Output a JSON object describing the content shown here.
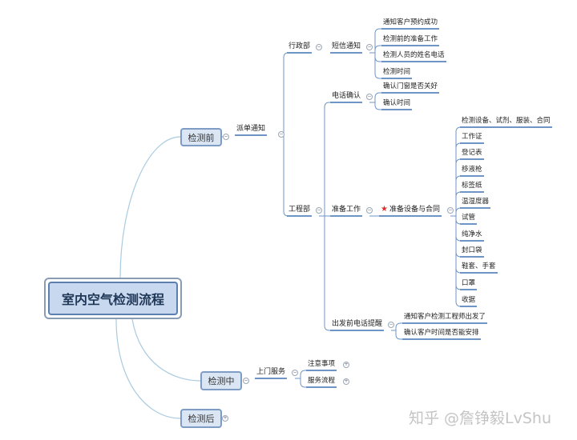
{
  "root": "室内空气检测流程",
  "stages": {
    "before": {
      "label": "检测前",
      "dispatch": "派单通知",
      "admin": {
        "label": "行政部",
        "sms": {
          "label": "短信通知",
          "items": [
            "通知客户预约成功",
            "检测前的准备工作",
            "检测人员的姓名电话",
            "检测时间"
          ]
        }
      },
      "engineering": {
        "label": "工程部",
        "phone_confirm": {
          "label": "电话确认",
          "items": [
            "确认门窗是否关好",
            "确认时间"
          ]
        },
        "preparation": {
          "label": "准备工作",
          "equipment": {
            "label": "准备设备与合同",
            "icon": "star-icon",
            "items": [
              "检测设备、试剂、服装、合同",
              "工作证",
              "登记表",
              "移液枪",
              "标签纸",
              "温湿度器",
              "试管",
              "纯净水",
              "封口袋",
              "鞋套、手套",
              "口罩",
              "收据"
            ]
          }
        },
        "departure_call": {
          "label": "出发前电话提醒",
          "items": [
            "通知客户检测工程师出发了",
            "确认客户时间是否能安排"
          ]
        }
      }
    },
    "during": {
      "label": "检测中",
      "onsite": {
        "label": "上门服务",
        "items": [
          "注意事项",
          "服务流程"
        ]
      }
    },
    "after": {
      "label": "检测后"
    }
  },
  "watermark": "知乎 @詹铮毅LvShu",
  "colors": {
    "branch": "#6f95c6",
    "root_link": "#a9cbe0",
    "star": "#d9302c"
  }
}
